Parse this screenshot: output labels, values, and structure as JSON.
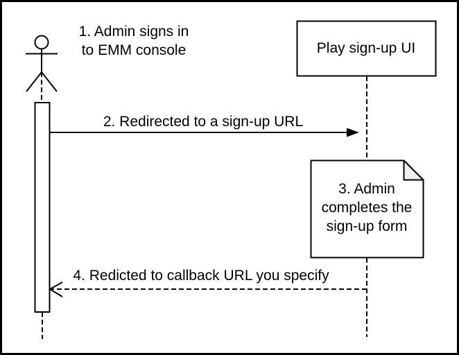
{
  "colors": {
    "stroke": "#000000",
    "background": "#ffffff",
    "note_fill": "#ffffff",
    "note_fold_fill": "#f0f0f0"
  },
  "participants": {
    "play_signup_ui": "Play sign-up UI"
  },
  "messages": {
    "step1_line1": "1. Admin signs in",
    "step1_line2": "to EMM console",
    "step2": "2. Redirected to a sign-up URL",
    "step4": "4. Redicted to callback URL you specify"
  },
  "note": {
    "line1": "3. Admin",
    "line2": "completes the",
    "line3": "sign-up form"
  }
}
